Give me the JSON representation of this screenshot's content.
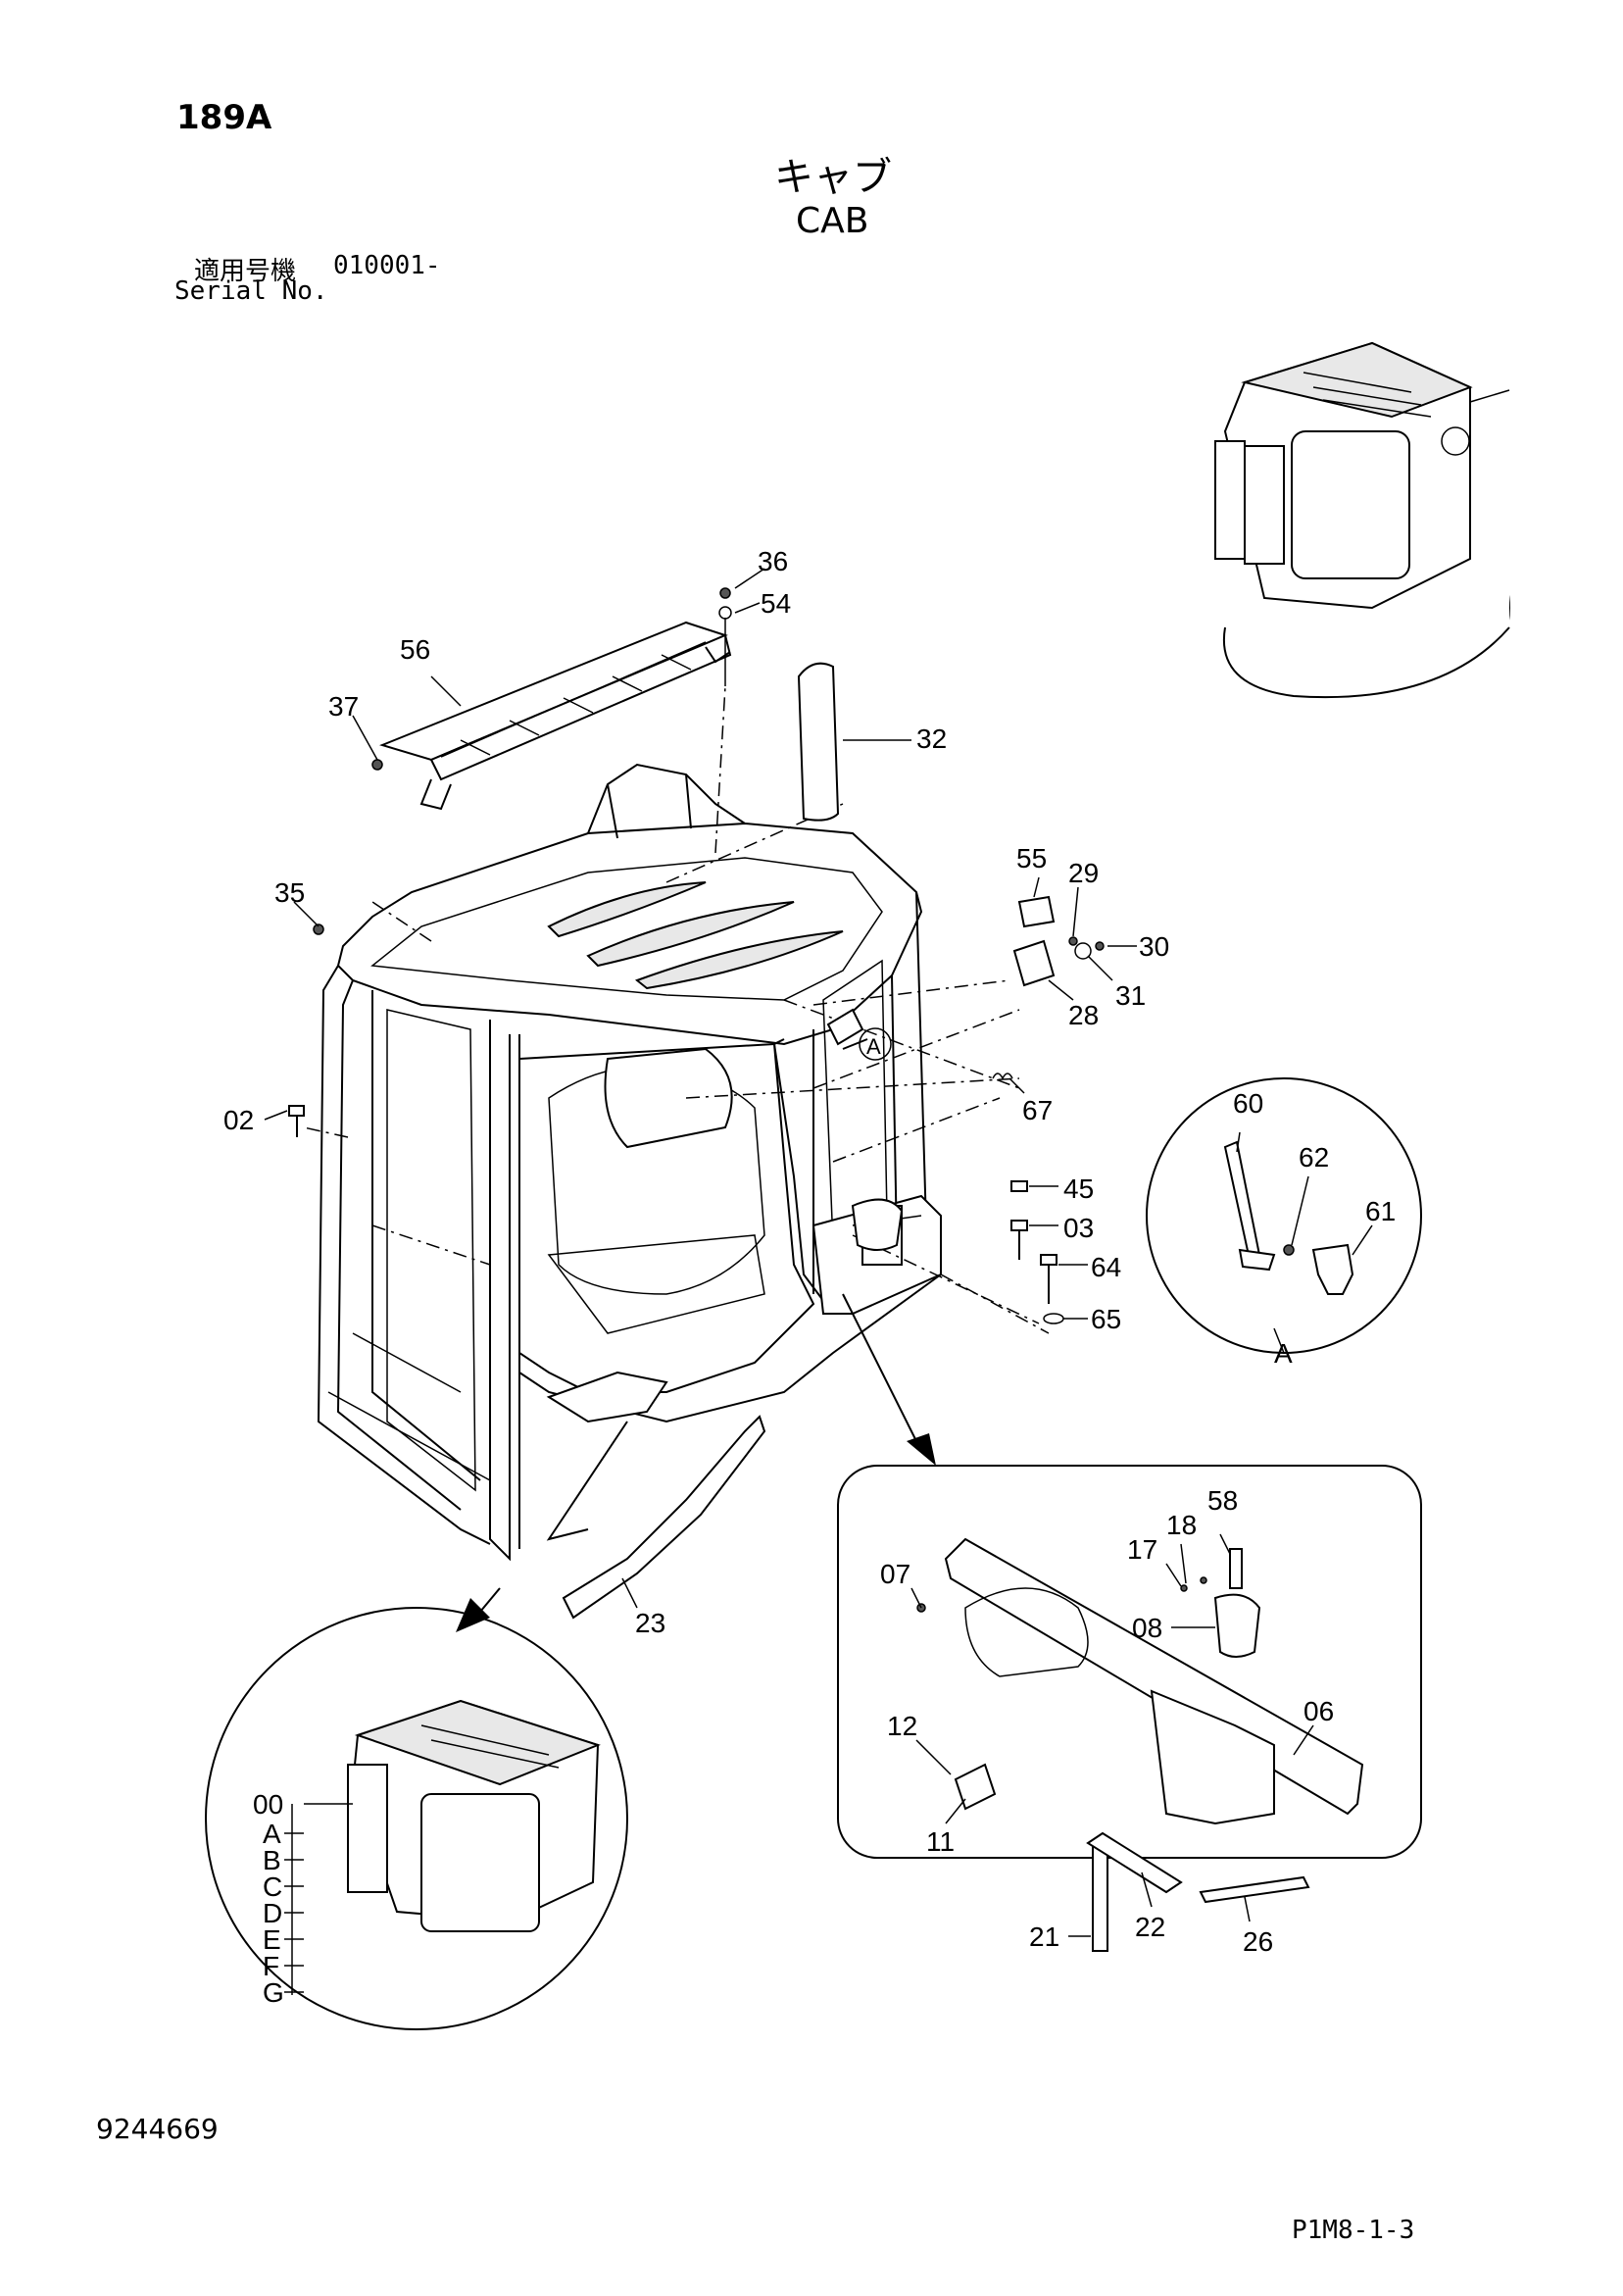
{
  "header": {
    "page_code": "189A",
    "title_jp": "キャブ",
    "title_en": "CAB",
    "serial_label_jp": "適用号機",
    "serial_value": "010001-",
    "serial_label_en": "Serial No."
  },
  "footer": {
    "document_number": "9244669",
    "page_reference": "P1M8-1-3"
  },
  "callouts": {
    "p36": "36",
    "p54": "54",
    "p56": "56",
    "p37": "37",
    "p32": "32",
    "p35": "35",
    "p55": "55",
    "p29": "29",
    "p30": "30",
    "p31": "31",
    "p28": "28",
    "p67": "67",
    "p02": "02",
    "p45": "45",
    "p03": "03",
    "p64": "64",
    "p65": "65",
    "p23": "23",
    "p60": "60",
    "p62": "62",
    "p61": "61",
    "p07": "07",
    "p18": "18",
    "p58": "58",
    "p17": "17",
    "p08": "08",
    "p06": "06",
    "p12": "12",
    "p11": "11",
    "p21": "21",
    "p22": "22",
    "p26": "26",
    "p00": "00"
  },
  "view_labels": {
    "detail_ref": "A",
    "detail_view_label": "A"
  },
  "variants": [
    "A",
    "B",
    "C",
    "D",
    "E",
    "F",
    "G"
  ]
}
